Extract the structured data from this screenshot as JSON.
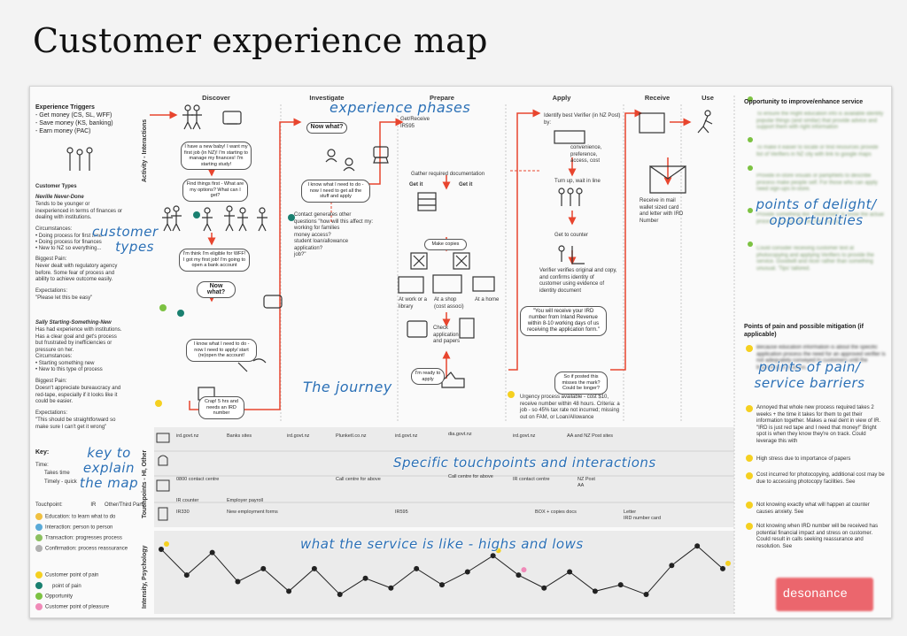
{
  "title": "Customer experience map",
  "phases": [
    "Discover",
    "Investigate",
    "Prepare",
    "Apply",
    "Receive",
    "Use"
  ],
  "row_labels": {
    "activity": "Activity - Interactions",
    "touchpoints": "Touchpoints - HI, Other",
    "intensity": "Intensity, Psychology"
  },
  "triggers": {
    "heading": "Experience Triggers",
    "items": [
      "- Get money (CS, SL, WFF)",
      "- Save money (KS, banking)",
      "- Earn money (PAC)"
    ]
  },
  "customer_types": {
    "heading": "Customer Types",
    "neville": {
      "name": "Neville Never-Done",
      "desc": "Tends to be younger or inexperienced in terms of finances or dealing with institutions.",
      "circ_label": "Circumstances:",
      "circ": [
        "• Doing process for first time",
        "• Doing process for finances",
        "• New to NZ so everything..."
      ],
      "pain_label": "Biggest Pain:",
      "pain": "Never dealt with regulatory agency before. Some fear of process and ability to achieve outcome easily.",
      "exp_label": "Expectations:",
      "exp": "\"Please let this be easy\""
    },
    "sally": {
      "name": "Sally Starting-Something-New",
      "desc": "Has had experience with institutions. Has a clear goal and get's process but frustrated by inefficiencies or pressure on her.",
      "circ_label": "Circumstances:",
      "circ": [
        "• Starting something new",
        "• New to this type of process"
      ],
      "pain_label": "Biggest Pain:",
      "pain": "Doesn't appreciate bureaucracy and red-tape, especially if it looks like it could be easier.",
      "exp_label": "Expectations:",
      "exp": "\"This should be straightforward so make sure I can't get it wrong\""
    }
  },
  "key": {
    "heading": "Key:",
    "time_label": "Time:",
    "takes_time": "Takes time",
    "timely": "Timely - quick",
    "touchpoint": "Touchpoint:",
    "touchpoint_hi": "IR",
    "touchpoint_other": "Other/Third Party",
    "items": [
      {
        "label": "Education: to learn what to do",
        "color": "#f0c040"
      },
      {
        "label": "Interaction: person to person",
        "color": "#5aaad8"
      },
      {
        "label": "Transaction: progresses process",
        "color": "#8cc060"
      },
      {
        "label": "Confirmation: process reassurance",
        "color": "#b0b0b0"
      }
    ],
    "points": [
      {
        "label": "Customer point of pain",
        "color": "#f5d020"
      },
      {
        "label": "point of pain",
        "color": "#1a8070"
      },
      {
        "label": "Opportunity",
        "color": "#7cc242"
      },
      {
        "label": "Customer point of pleasure",
        "color": "#f08ab8"
      }
    ]
  },
  "opportunity": {
    "heading": "Opportunity to improve/enhance service",
    "items": [
      "To ensure the Right education info is available identify popular things (and similar) that provide advice and support them with right information",
      "To make it easier to locate or find resources provide list of Verifiers in NZ city with link to google maps",
      "Provide in-store visuals or pamphlets to describe process make people self. For those who can apply need sign-ups in-store.",
      "Provide something like 'cheatsheet' to show the actual process. It would be like the 'Accept'.",
      "Could consider receiving customer text at photocopying and applying Verifiers to provide the service. Goodwill and nicer rather than something unusual. 'Tips' tailored."
    ]
  },
  "pain": {
    "heading": "Points of pain and possible mitigation (if applicable)",
    "items": [
      "Because education information is about the specific application process the need for an approved verifier is not adequately conveyed to customers until the beginning of process.",
      "Annoyed that whole new process required takes 2 weeks + the time it takes for them to get their information together. Makes a real dent in view of IR. \"IRD is just red tape and I need that money!\" Bright spot is when they know they're on track. Could leverage this with",
      "High stress due to importance of papers",
      "Cost incurred for photocopying, additional cost may be due to accessing photocopy facilities. See",
      "Not knowing exactly what will happen at counter causes anxiety. See",
      "Not knowing when IRD number will be received has potential financial impact and stress on customer. Could result in calls seeking reassurance and resolution. See"
    ]
  },
  "annotations": {
    "phases": "experience phases",
    "customer_types": "customer types",
    "journey": "The journey",
    "delight": "points of delight/ opportunities",
    "pain": "points of pain/ service barriers",
    "touchpoints": "Specific touchpoints and interactions",
    "key": "key to explain the map",
    "highs_lows": "what the service is like - highs and lows"
  },
  "bubbles": {
    "new_baby": "I have a new baby! I want my first job (in NZ)! I'm starting to manage my finances! I'm starting study!",
    "find_things": "Find things first - What are my options? What can I get?",
    "now_what_1": "Now what?",
    "now_what_2": "Now what?",
    "eligible": "I'm think I'm eligible for WFF! I got my first job! I'm going to open a bank account",
    "know_what": "I know what I need to do - now I need to apply/ start (re)open the account!",
    "crap": "Crap! 5 hrs and needs an IRD number",
    "know_what_inv": "I know what I need to do - now I need to get all the stuff and apply",
    "get_it": "Get it",
    "make_copies": "Make copies",
    "will_receive": "\"You will receive your IRD number from Inland Revenue within 8-10 working days of us receiving the application form.\"",
    "ready_apply": "I'm ready to apply",
    "so_it_posts": "So if posted this misses the mark? Could be longer?",
    "gather_docs": "Gather required documentation"
  },
  "apply_notes": {
    "identify": "Identify best Verifier (in NZ Post) by:",
    "convenience": "convenience, preference, access, cost",
    "turn_up": "Turn up, wait in line",
    "get_counter": "Get to counter",
    "verifier": "Verifier verifies original and copy, and confirms identity of customer using evidence of identity document",
    "urgency": "Urgency process available - cost $10, receive number within 48 hours. Criteria: a job - so 45% tax rate not incurred; missing out on FAM, or Loan/Allowance"
  },
  "prepare_notes": {
    "get_receive": "Get/Receive IR595",
    "work_library": "At work or a library",
    "shop": "At a shop (cost associ)",
    "home": "At a home",
    "check": "Check application and papers"
  },
  "receive_note": "Receive in mail wallet sized card and letter with IRD Number",
  "contact_note": {
    "head": "Contact generates other questions \"how will this affect my:",
    "items": [
      "working for families",
      "money access?",
      "student loan/allowance application?",
      "job?\""
    ]
  },
  "touchpoints_rows": [
    {
      "cells": [
        "ird.govt.nz",
        "Banks sites",
        "ird.govt.nz",
        "PlunketI.co.nz",
        "ird.govt.nz",
        "dia.govt.nz",
        "ird.govt.nz",
        "AA and NZ Post sites"
      ]
    },
    {
      "cells": [
        "0800 contact centre",
        "Call centre for above",
        "Call centre for above",
        "IR contact centre",
        "NZ Post",
        "AA"
      ]
    },
    {
      "cells": [
        "IR counter",
        "Employer payroll"
      ]
    },
    {
      "cells": [
        "IR330",
        "New employment forms",
        "IR595",
        "BOX + copies docs",
        "Letter",
        "IRD number card"
      ]
    }
  ],
  "curve": [
    {
      "x": 0,
      "y": 0.15,
      "p": "pain"
    },
    {
      "x": 1,
      "y": 0.55,
      "p": "none"
    },
    {
      "x": 2,
      "y": 0.2,
      "p": "none"
    },
    {
      "x": 3,
      "y": 0.65,
      "p": "none"
    },
    {
      "x": 4,
      "y": 0.45,
      "p": "none"
    },
    {
      "x": 5,
      "y": 0.8,
      "p": "none"
    },
    {
      "x": 6,
      "y": 0.45,
      "p": "none"
    },
    {
      "x": 7,
      "y": 0.85,
      "p": "none"
    },
    {
      "x": 8,
      "y": 0.6,
      "p": "none"
    },
    {
      "x": 9,
      "y": 0.75,
      "p": "none"
    },
    {
      "x": 10,
      "y": 0.45,
      "p": "none"
    },
    {
      "x": 11,
      "y": 0.7,
      "p": "none"
    },
    {
      "x": 12,
      "y": 0.5,
      "p": "none"
    },
    {
      "x": 13,
      "y": 0.25,
      "p": "pain"
    },
    {
      "x": 14,
      "y": 0.55,
      "p": "pleasure"
    },
    {
      "x": 15,
      "y": 0.75,
      "p": "none"
    },
    {
      "x": 16,
      "y": 0.5,
      "p": "none"
    },
    {
      "x": 17,
      "y": 0.8,
      "p": "none"
    },
    {
      "x": 18,
      "y": 0.7,
      "p": "none"
    },
    {
      "x": 19,
      "y": 0.85,
      "p": "none"
    },
    {
      "x": 20,
      "y": 0.4,
      "p": "none"
    },
    {
      "x": 21,
      "y": 0.1,
      "p": "none"
    },
    {
      "x": 22,
      "y": 0.45,
      "p": "pain"
    }
  ],
  "colors": {
    "arrow": "#e8452e",
    "annotation": "#2a6fb5",
    "pain_dot": "#f5d020",
    "opportunity_dot": "#7cc242",
    "pleasure_dot": "#f08ab8",
    "curve": "#222222"
  },
  "logo": "desonance"
}
